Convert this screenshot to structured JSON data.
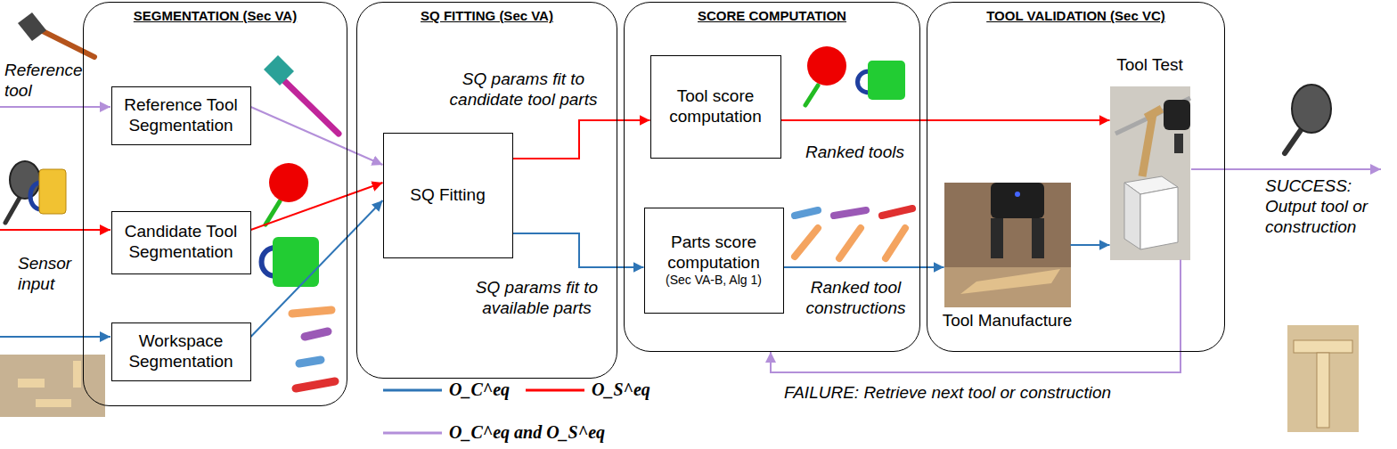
{
  "diagram": {
    "nodes": [
      {
        "text": [
          "SEGMENTATION (Sec VA)"
        ]
      },
      {
        "text": [
          "Reference Tool Segmentation"
        ],
        "in": 0
      },
      {
        "text": [
          "Candidate Tool Segmentation"
        ],
        "in": 0
      },
      {
        "text": [
          "Workspace Segmentation"
        ],
        "in": 0
      },
      {
        "text": [
          "SQ FITTING (Sec VA)"
        ]
      },
      {
        "text": [
          "SQ Fitting"
        ],
        "in": 4
      },
      {
        "text": [
          "SCORE COMPUTATION"
        ]
      },
      {
        "text": [
          "Tool score computation"
        ],
        "in": 6
      },
      {
        "text": [
          "Parts score computation",
          "(Sec VA-B, Alg 1)"
        ],
        "in": 6
      },
      {
        "text": [
          "TOOL VALIDATION (Sec VC)"
        ]
      },
      {
        "text": [
          "Tool Test"
        ],
        "in": 9
      },
      {
        "text": [
          "Tool Manufacture"
        ],
        "in": 9
      }
    ],
    "edges": [
      {
        "from": 1,
        "to": 5,
        "arrow": "to"
      },
      {
        "from": 2,
        "to": 5,
        "arrow": "to"
      },
      {
        "from": 3,
        "to": 5,
        "arrow": "to"
      },
      {
        "from": 5,
        "to": 7,
        "arrow": "to"
      },
      {
        "from": 5,
        "to": 8,
        "arrow": "to"
      },
      {
        "from": 7,
        "to": 10,
        "arrow": "to"
      },
      {
        "from": 8,
        "to": 11,
        "arrow": "to"
      },
      {
        "from": 11,
        "to": 10,
        "arrow": "to"
      },
      {
        "from": 10,
        "to": 6,
        "arrow": "to"
      }
    ],
    "labels": [
      "Reference tool",
      "Sensor input",
      "SQ params fit to candidate tool parts",
      "SQ params fit to available parts",
      "Ranked tools",
      "Ranked tool constructions",
      "SUCCESS: Output tool or construction",
      "FAILURE: Retrieve next tool or construction"
    ],
    "legend": [
      {
        "text": "O_C^eq"
      },
      {
        "text": "O_S^eq"
      },
      {
        "text": "O_C^eq and O_S^eq"
      }
    ]
  }
}
